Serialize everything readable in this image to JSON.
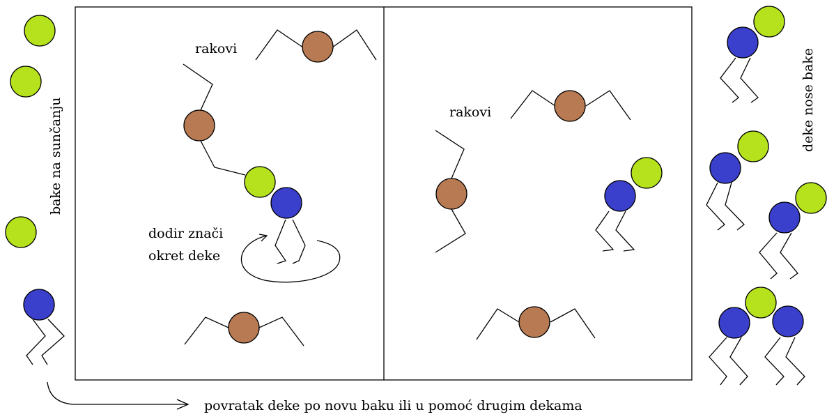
{
  "labels": {
    "rakovi_left": "rakovi",
    "rakovi_right": "rakovi",
    "bake_na_suncanju": "bake na sunčanju",
    "deke_nose_bake": "deke nose bake",
    "dodir_line1": "dodir znači",
    "dodir_line2": "okret deke",
    "povratak": "povratak deke po novu baku ili u pomoć drugim dekama"
  },
  "colors": {
    "crab": "#b87a52",
    "deka": "#3a3fcc",
    "baka": "#b5e21c",
    "line": "#000000",
    "background": "#ffffff"
  }
}
